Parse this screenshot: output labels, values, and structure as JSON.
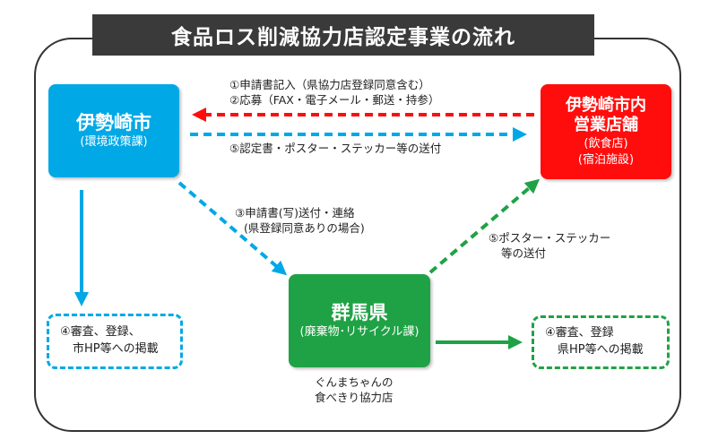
{
  "title": "食品ロス削減協力店認定事業の流れ",
  "nodes": {
    "ise": {
      "name": "伊勢崎市",
      "sub": "(環境政策課)"
    },
    "shop": {
      "name_line1": "伊勢崎市内",
      "name_line2": "営業店舗",
      "sub_line1": "(飲食店)",
      "sub_line2": "(宿泊施設)"
    },
    "gunma": {
      "name": "群馬県",
      "sub": "(廃棄物･リサイクル課)"
    }
  },
  "labels": {
    "step1_line1": "①申請書記入（県協力店登録同意含む）",
    "step1_line2": "②応募（FAX・電子メール・郵送・持参）",
    "step5_top": "⑤認定書・ポスター・ステッカー等の送付",
    "step3_line1": "③申請書(写)送付・連絡",
    "step3_line2": "(県登録同意ありの場合)",
    "step5_right_line1": "⑤ポスター・ステッカー",
    "step5_right_line2": "等の送付",
    "gunma_caption_line1": "ぐんまちゃんの",
    "gunma_caption_line2": "食べきり協力店"
  },
  "review_boxes": {
    "ise": {
      "line1": "④審査、登録、",
      "line2": "市HP等への掲載"
    },
    "gunma": {
      "line1": "④審査、登録",
      "line2": "県HP等への掲載"
    }
  },
  "colors": {
    "blue": "#00a8e6",
    "red": "#ff0d0d",
    "green": "#1fa245",
    "title_bg": "#3a3a3a"
  }
}
